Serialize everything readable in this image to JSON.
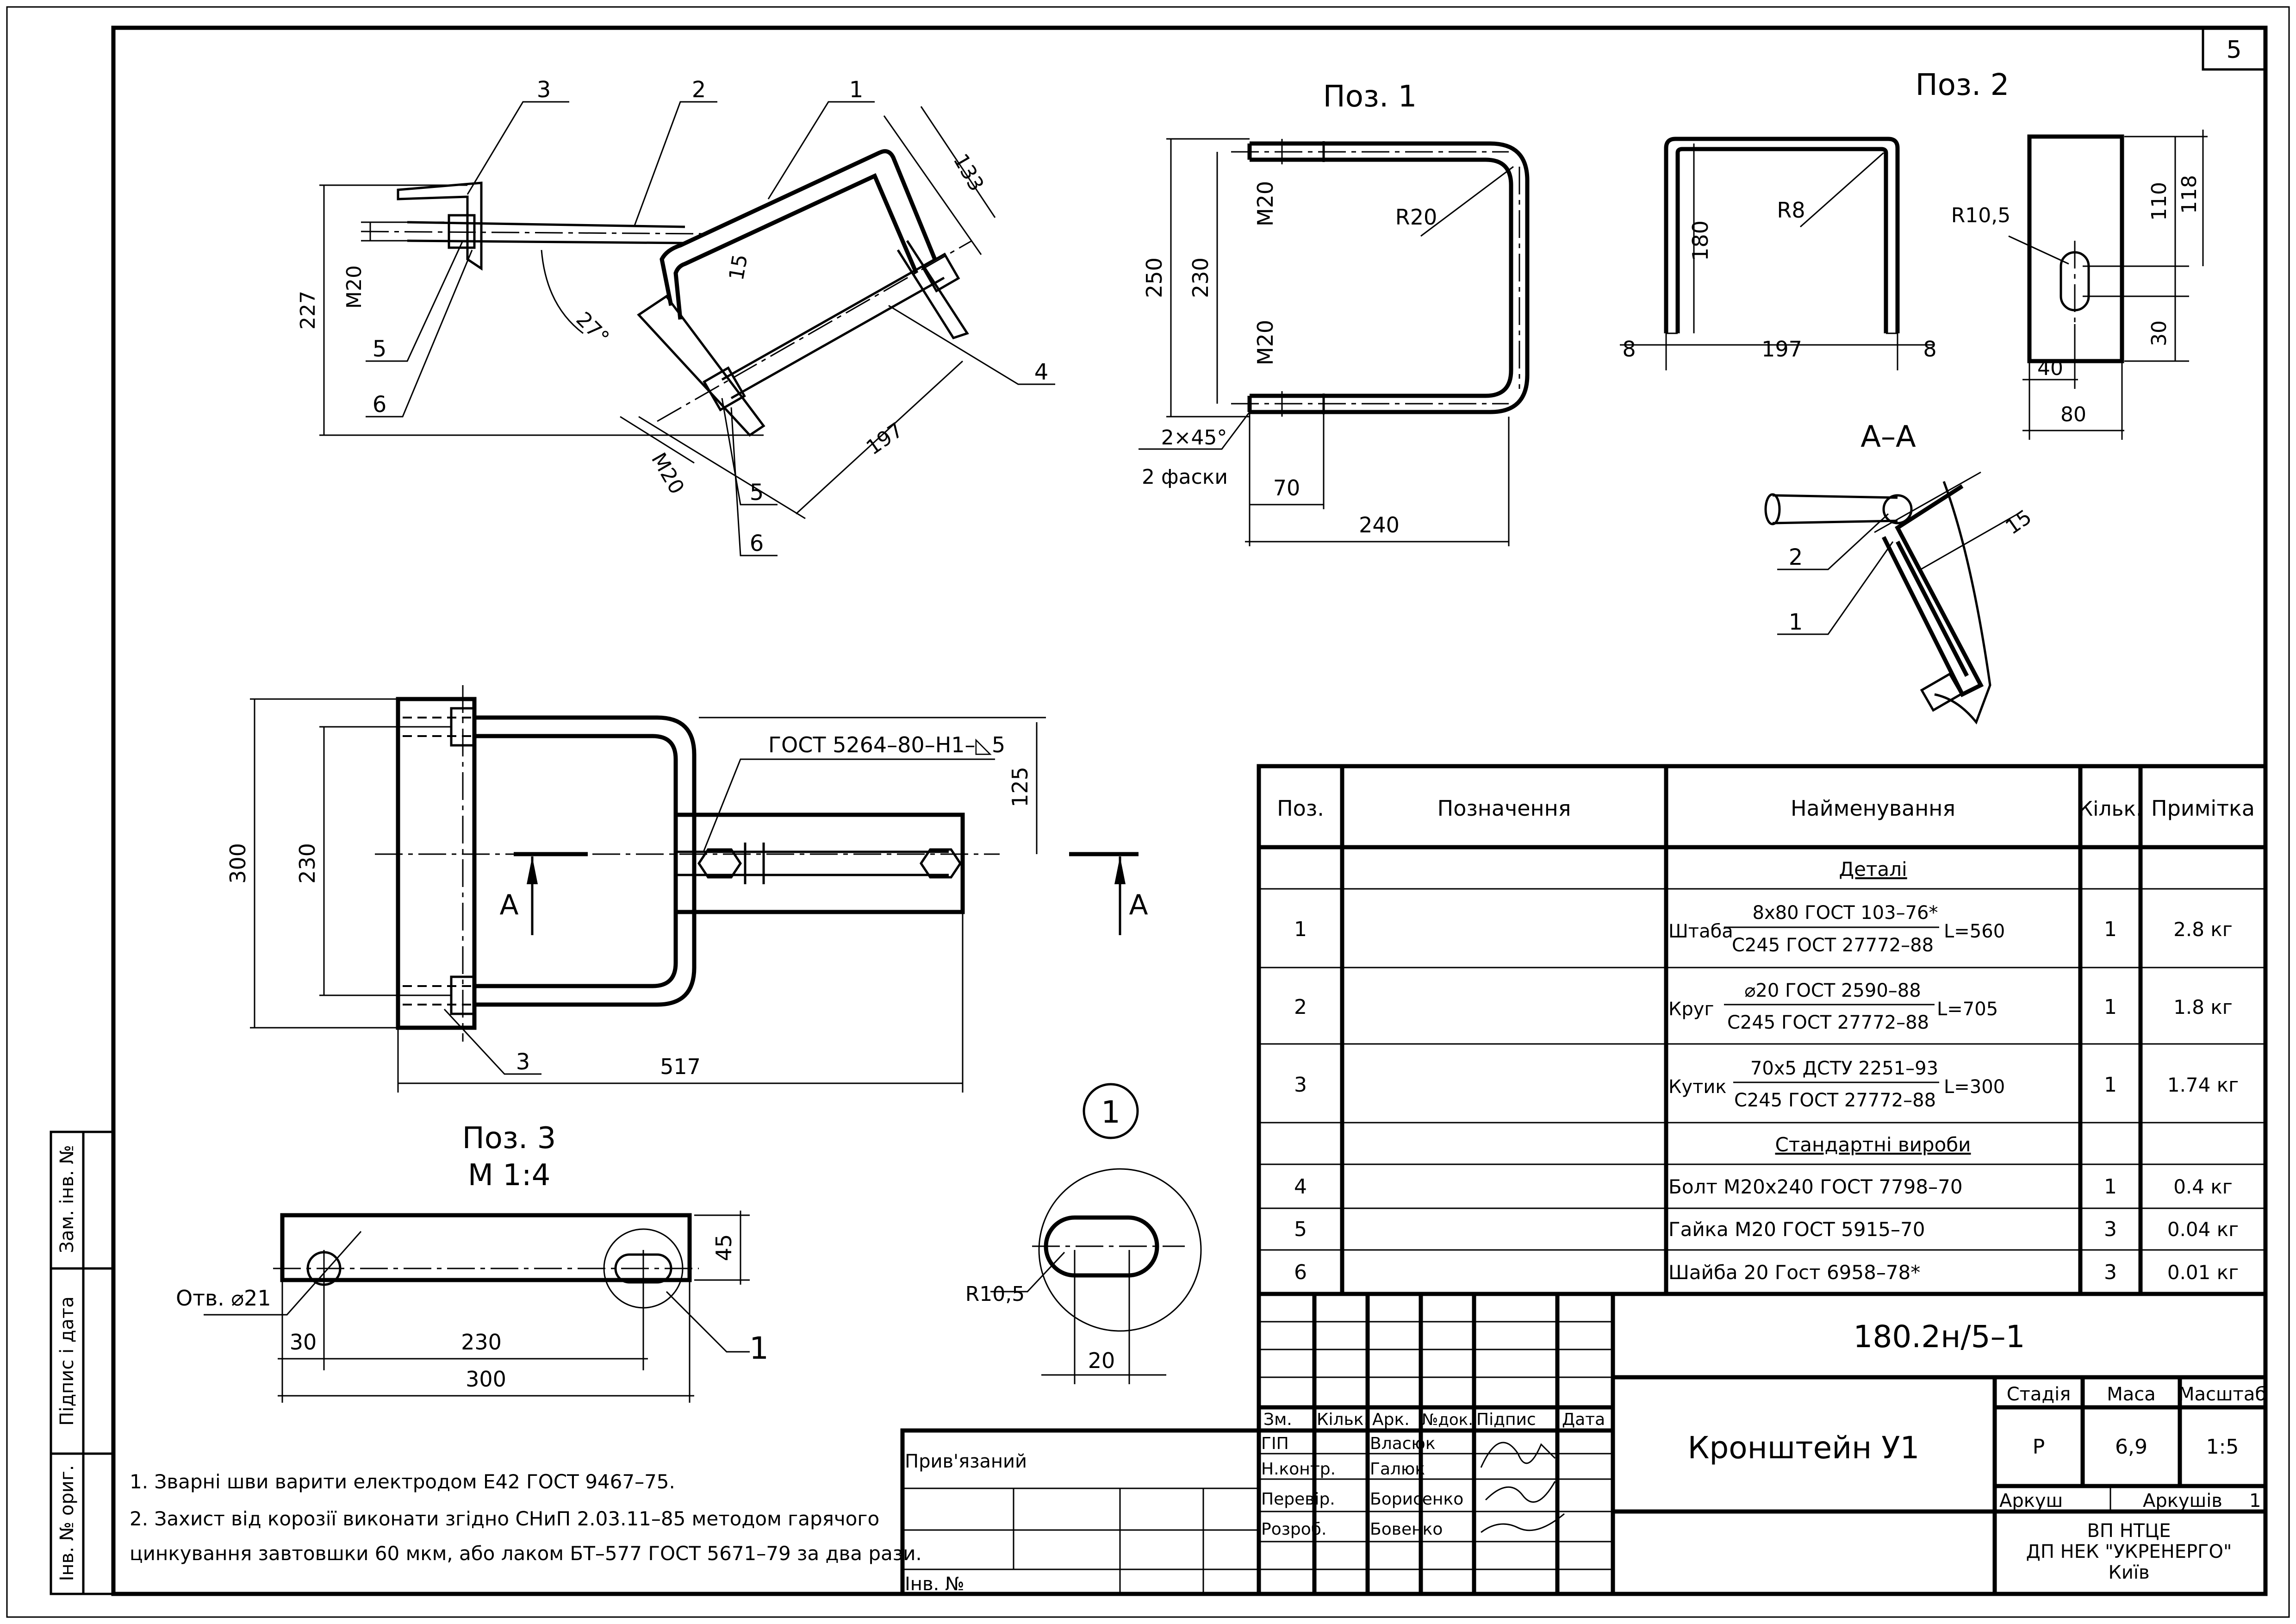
{
  "sheet": {
    "number": "5"
  },
  "iso_view": {
    "leaders": [
      "3",
      "2",
      "1",
      "4",
      "5",
      "6",
      "5",
      "6"
    ],
    "dims": {
      "d133": "133",
      "d15": "15",
      "d227": "227",
      "m20a": "M20",
      "d27": "27°",
      "d197": "197",
      "m20b": "M20"
    }
  },
  "pos1": {
    "title": "Поз. 1",
    "dims": {
      "d250": "250",
      "d230": "230",
      "m20a": "M20",
      "m20b": "M20",
      "r20": "R20",
      "chamfer": "2×45°",
      "chamfer2": "2 фаски",
      "d70": "70",
      "d240": "240"
    }
  },
  "pos2": {
    "title": "Поз. 2",
    "dims": {
      "r8": "R8",
      "d180": "180",
      "d8a": "8",
      "d197": "197",
      "d8b": "8",
      "r105": "R10,5",
      "d110": "110",
      "d118": "118",
      "d30": "30",
      "d40": "40",
      "d80": "80"
    }
  },
  "section_aa": {
    "title": "А–А",
    "d15": "15",
    "leaders": [
      "2",
      "1"
    ]
  },
  "plan_view": {
    "weld_note": "ГОСТ 5264–80–Н1–◺5",
    "dims": {
      "d300": "300",
      "d230": "230",
      "d125": "125",
      "d517": "517"
    },
    "section_mark": "А",
    "leader3": "3"
  },
  "pos3": {
    "title": "Поз. 3",
    "scale": "М 1:4",
    "hole_note": "Отв. ⌀21",
    "dims": {
      "d45": "45",
      "d30": "30",
      "d230": "230",
      "d300": "300"
    },
    "callout": "1"
  },
  "detail1": {
    "label": "1",
    "r105": "R10,5",
    "d20": "20"
  },
  "notes": [
    "1. Зварні шви варити електродом Е42 ГОСТ 9467–75.",
    "2. Захист від корозії виконати згідно СНиП 2.03.11–85 методом гарячого",
    "цинкування завтовшки 60 мкм, або лаком БТ–577 ГОСТ 5671–79 за два рази."
  ],
  "bom": {
    "headers": {
      "pos": "Поз.",
      "designation": "Позначення",
      "name": "Найменування",
      "qty": "Кільк.",
      "note": "Примітка"
    },
    "section_details": "Деталі",
    "section_standard": "Стандартні вироби",
    "rows": [
      {
        "pos": "1",
        "prefix": "Штаба",
        "num": "8х80 ГОСТ 103–76*",
        "den": "С245 ГОСТ 27772–88",
        "suffix": "L=560",
        "qty": "1",
        "note": "2.8 кг"
      },
      {
        "pos": "2",
        "prefix": "Круг",
        "num": "⌀20 ГОСТ 2590–88",
        "den": "С245 ГОСТ 27772–88",
        "suffix": "L=705",
        "qty": "1",
        "note": "1.8 кг"
      },
      {
        "pos": "3",
        "prefix": "Кутик",
        "num": "70х5 ДСТУ 2251–93",
        "den": "С245 ГОСТ 27772–88",
        "suffix": "L=300",
        "qty": "1",
        "note": "1.74 кг"
      },
      {
        "pos": "4",
        "name": "Болт М20х240 ГОСТ 7798–70",
        "qty": "1",
        "note": "0.4 кг"
      },
      {
        "pos": "5",
        "name": "Гайка М20 ГОСТ 5915–70",
        "qty": "3",
        "note": "0.04 кг"
      },
      {
        "pos": "6",
        "name": "Шайба 20 Гост 6958–78*",
        "qty": "3",
        "note": "0.01 кг"
      }
    ]
  },
  "title_block": {
    "doc_code": "180.2н/5–1",
    "title": "Кронштейн У1",
    "labels": {
      "stage": "Стадія",
      "mass": "Маса",
      "scale": "Масштаб",
      "sheet": "Аркуш",
      "sheets": "Аркушів"
    },
    "values": {
      "stage": "Р",
      "mass": "6,9",
      "scale": "1:5",
      "sheets": "1"
    },
    "cols": {
      "zm": "Зм.",
      "kilk": "Кільк.",
      "ark": "Арк.",
      "ndok": "№док.",
      "pidpys": "Підпис",
      "data": "Дата"
    },
    "people": [
      {
        "role": "ГІП",
        "name": "Власюк"
      },
      {
        "role": "Н.контр.",
        "name": "Галюк"
      },
      {
        "role": "Перевір.",
        "name": "Борисенко"
      },
      {
        "role": "Розроб.",
        "name": "Бовенко"
      }
    ],
    "org": [
      "ВП НТЦЕ",
      "ДП НЕК \"УКРЕНЕРГО\"",
      "Київ"
    ],
    "attached": "Прив'язаний",
    "inv_no": "Інв. №"
  },
  "side_stamps": {
    "inv_orig": "Інв. № ориг.",
    "sign_date": "Підпис і дата",
    "zam_inv": "Зам. інв. №"
  }
}
